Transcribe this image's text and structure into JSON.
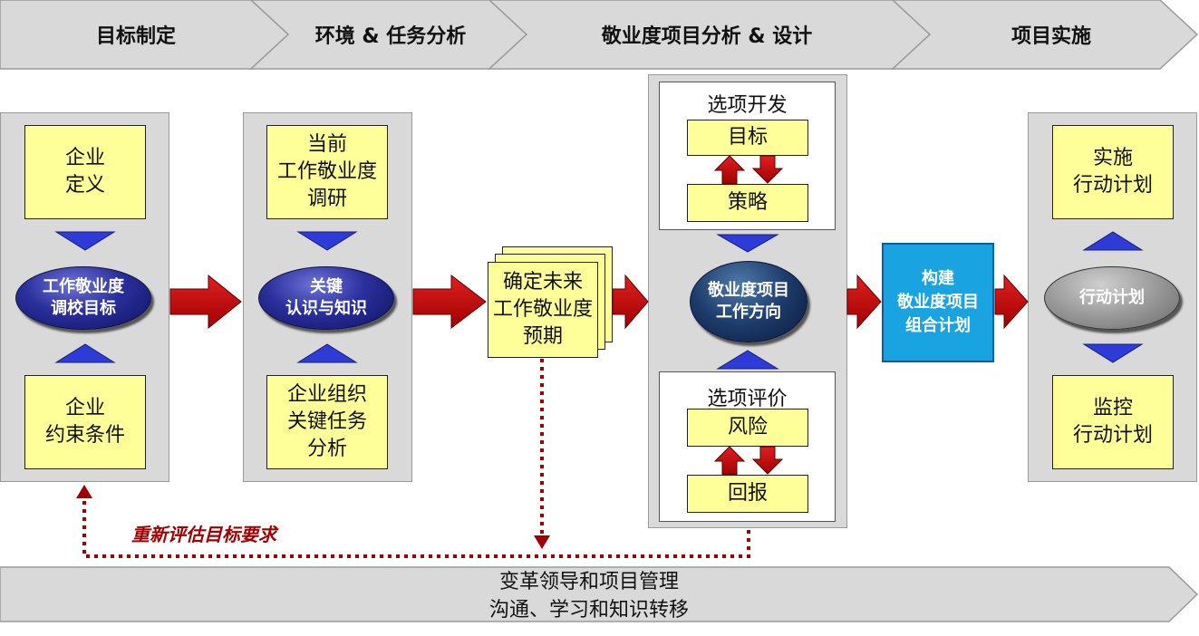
{
  "phases": [
    "目标制定",
    "环境 & 任务分析",
    "敬业度项目分析 & 设计",
    "项目实施"
  ],
  "col1": {
    "top": "企业\n定义",
    "center": "工作敬业度\n调校目标",
    "bottom": "企业\n约束条件"
  },
  "col2": {
    "top": "当前\n工作敬业度\n调研",
    "center": "关键\n认识与知识",
    "bottom": "企业组织\n关键任务\n分析"
  },
  "col3": {
    "card": "确定未来\n工作敬业度\n预期"
  },
  "col4": {
    "dev_title": "选项开发",
    "dev_item1": "目标",
    "dev_item2": "策略",
    "center": "敬业度项目\n工作方向",
    "eval_title": "选项评价",
    "eval_item1": "风险",
    "eval_item2": "回报"
  },
  "col5": {
    "box": "构建\n敬业度项目\n组合计划"
  },
  "col6": {
    "top": "实施\n行动计划",
    "center": "行动计划",
    "bottom": "监控\n行动计划"
  },
  "feedback_label": "重新评估目标要求",
  "footer": {
    "line1": "变革领导和项目管理",
    "line2": "沟通、学习和知识转移"
  },
  "colors": {
    "panel": "#d9d9d9",
    "yellow": "#ffff99",
    "arrow_red": "#cc0000",
    "triangle_blue": "#2e3bd6",
    "feedback": "#a00000"
  }
}
